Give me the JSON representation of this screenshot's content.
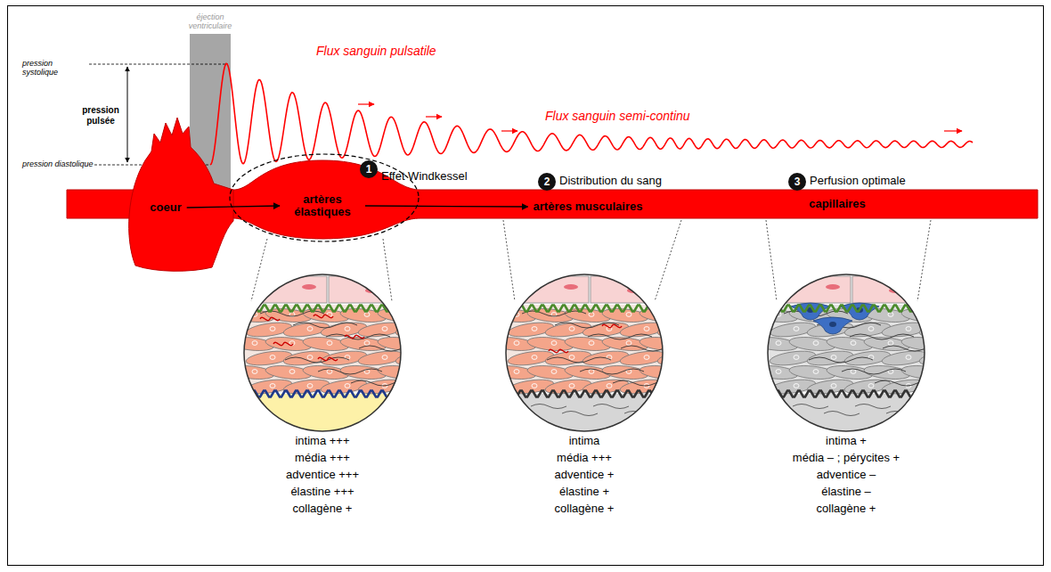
{
  "diagram": {
    "nodes": [
      {
        "text": [
          "coeur"
        ]
      },
      {
        "text": [
          "artères élastiques"
        ]
      },
      {
        "text": [
          "artères musculaires"
        ]
      },
      {
        "text": [
          "capillaires"
        ]
      }
    ],
    "edges": [
      {
        "from": 0,
        "to": 1,
        "arrow": "to"
      },
      {
        "from": 1,
        "to": 2,
        "arrow": "to"
      }
    ],
    "labels": [
      "éjection ventriculaire",
      "pression systolique",
      "pression pulsée",
      "pression diastolique",
      "Flux sanguin pulsatile",
      "Flux sanguin semi-continu",
      "1",
      "Effet Windkessel",
      "2",
      "Distribution du sang",
      "3",
      "Perfusion optimale",
      "intima +++",
      "média +++",
      "adventice +++",
      "élastine +++",
      "collagène +",
      "intima",
      "média +++",
      "adventice +",
      "élastine +",
      "collagène +",
      "intima +",
      "média – ; pérycites +",
      "adventice –",
      "élastine –",
      "collagène +"
    ]
  }
}
